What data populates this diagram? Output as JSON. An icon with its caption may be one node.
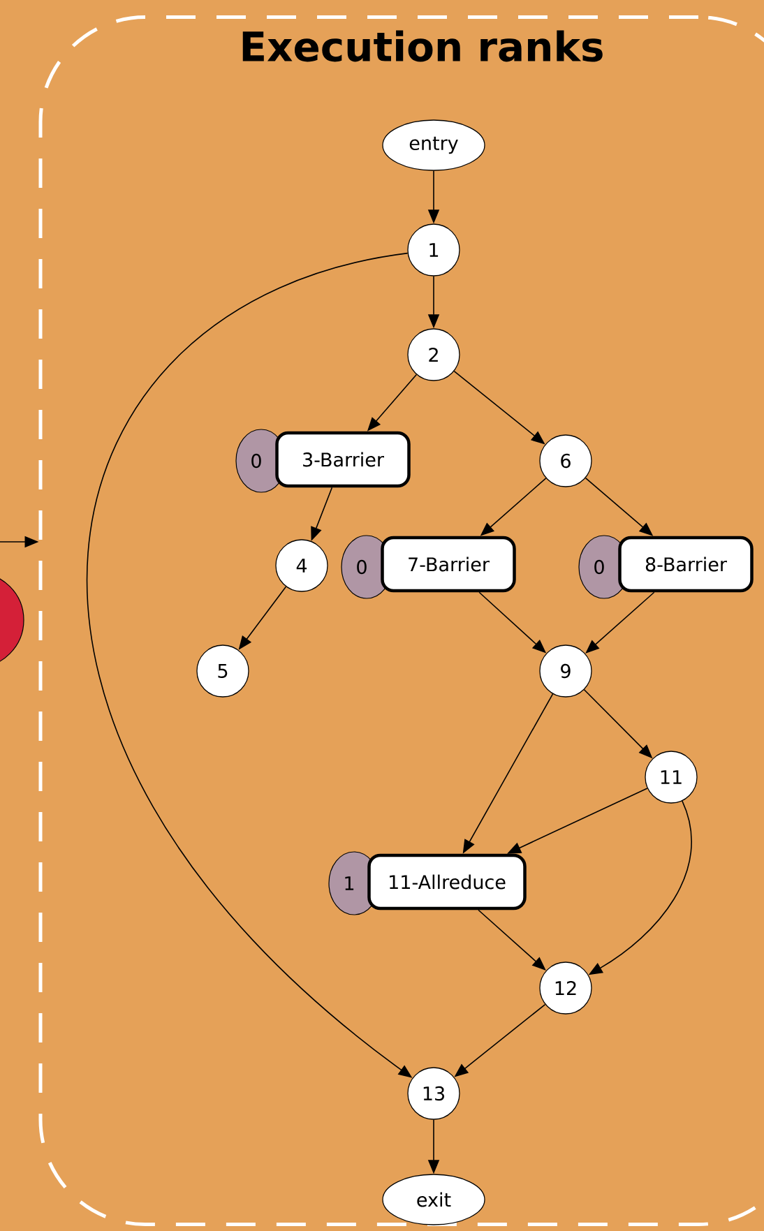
{
  "diagram": {
    "nodes": [
      {
        "text": [
          "Execution ranks"
        ]
      },
      {
        "text": [
          "entry"
        ],
        "in": 0
      },
      {
        "text": [
          "1"
        ],
        "in": 0
      },
      {
        "text": [
          "2"
        ],
        "in": 0
      },
      {
        "text": [
          "0"
        ],
        "in": 0
      },
      {
        "text": [
          "3-Barrier"
        ],
        "in": 0
      },
      {
        "text": [
          "6"
        ],
        "in": 0
      },
      {
        "text": [
          "4"
        ],
        "in": 0
      },
      {
        "text": [
          "0"
        ],
        "in": 0
      },
      {
        "text": [
          "7-Barrier"
        ],
        "in": 0
      },
      {
        "text": [
          "0"
        ],
        "in": 0
      },
      {
        "text": [
          "8-Barrier"
        ],
        "in": 0
      },
      {
        "text": [
          "5"
        ],
        "in": 0
      },
      {
        "text": [
          "9"
        ],
        "in": 0
      },
      {
        "text": [
          "11"
        ],
        "in": 0
      },
      {
        "text": [
          "1"
        ],
        "in": 0
      },
      {
        "text": [
          "11-Allreduce"
        ],
        "in": 0
      },
      {
        "text": [
          "12"
        ],
        "in": 0
      },
      {
        "text": [
          "13"
        ],
        "in": 0
      },
      {
        "text": [
          "exit"
        ],
        "in": 0
      },
      {
        "text": [],
        "shape": "circle"
      }
    ],
    "edges": [
      {
        "from": 1,
        "to": 2,
        "arrow": "to"
      },
      {
        "from": 2,
        "to": 3,
        "arrow": "to"
      },
      {
        "from": 2,
        "to": 18,
        "arrow": "to"
      },
      {
        "from": 3,
        "to": 5,
        "arrow": "to"
      },
      {
        "from": 3,
        "to": 6,
        "arrow": "to"
      },
      {
        "from": 5,
        "to": 7,
        "arrow": "to"
      },
      {
        "from": 6,
        "to": 9,
        "arrow": "to"
      },
      {
        "from": 6,
        "to": 11,
        "arrow": "to"
      },
      {
        "from": 7,
        "to": 12,
        "arrow": "to"
      },
      {
        "from": 9,
        "to": 13,
        "arrow": "to"
      },
      {
        "from": 11,
        "to": 13,
        "arrow": "to"
      },
      {
        "from": 13,
        "to": 16,
        "arrow": "to"
      },
      {
        "from": 13,
        "to": 14,
        "arrow": "to"
      },
      {
        "from": 14,
        "to": 16,
        "arrow": "to"
      },
      {
        "from": 14,
        "to": 17,
        "arrow": "to"
      },
      {
        "from": 16,
        "to": 17,
        "arrow": "to"
      },
      {
        "from": 17,
        "to": 18,
        "arrow": "to"
      },
      {
        "from": 18,
        "to": 19,
        "arrow": "to"
      },
      {
        "from": null,
        "to": 0,
        "arrow": "to"
      }
    ]
  }
}
